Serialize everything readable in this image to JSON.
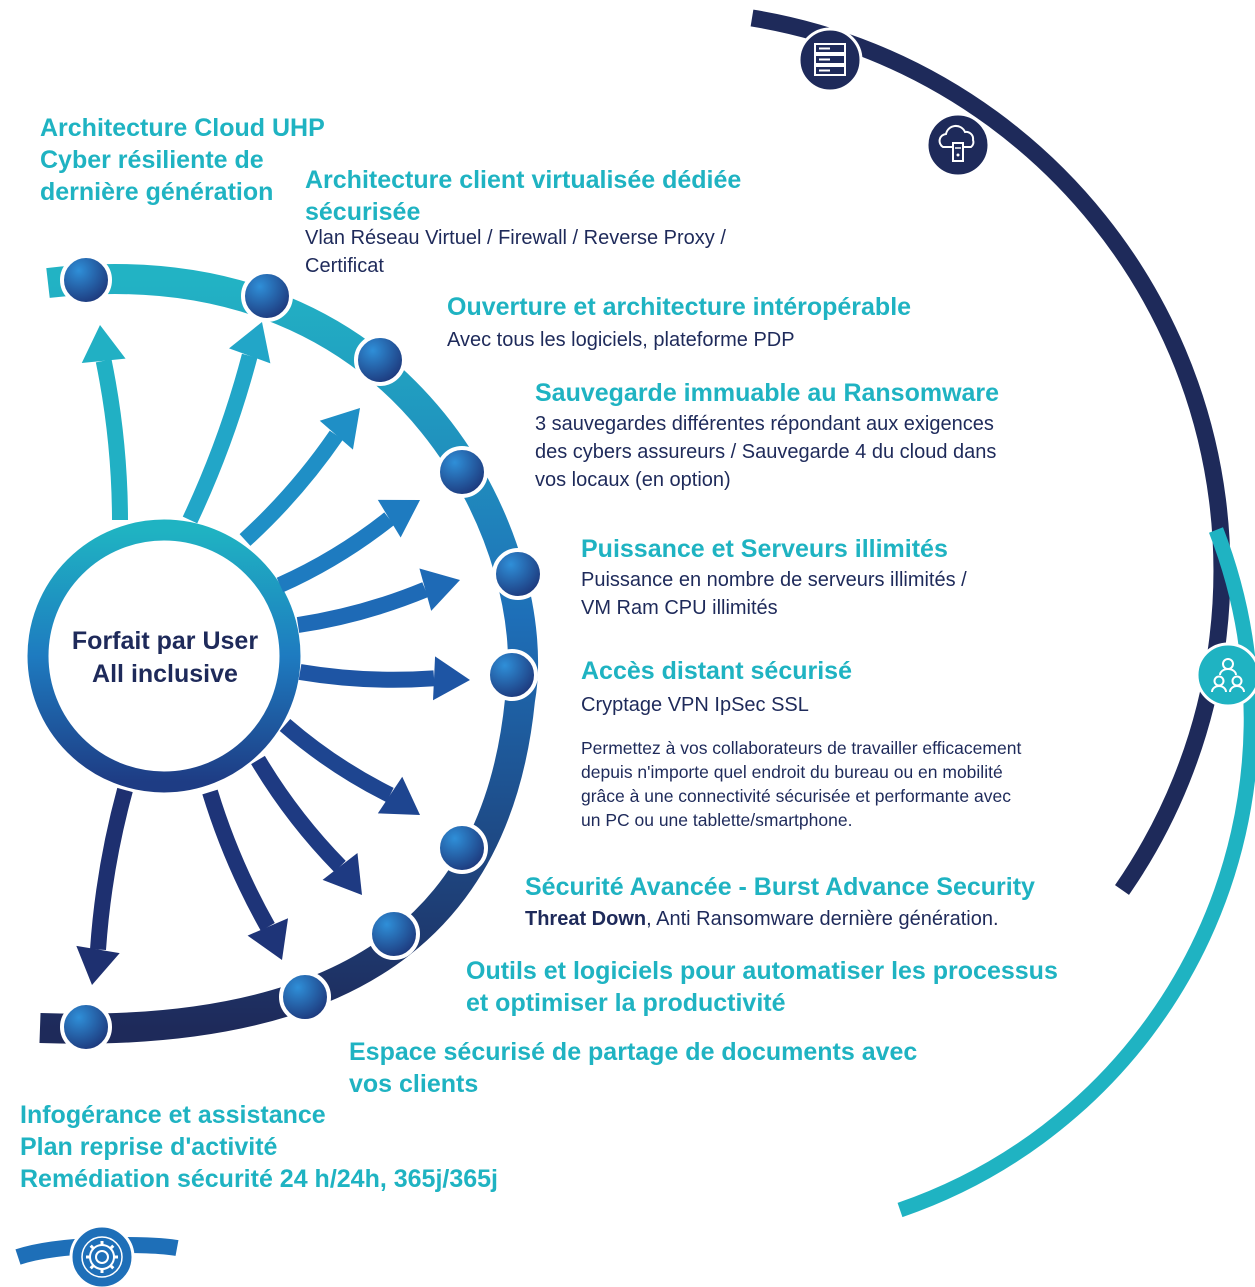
{
  "center": {
    "line1": "Forfait par User",
    "line2": "All inclusive"
  },
  "features": [
    {
      "title_lines": [
        "Architecture Cloud UHP",
        "Cyber résiliente de",
        "dernière génération"
      ]
    },
    {
      "title_lines": [
        "Architecture client virtualisée dédiée",
        "sécurisée"
      ],
      "desc_lines": [
        "Vlan Réseau Virtuel / Firewall / Reverse Proxy /",
        "Certificat"
      ]
    },
    {
      "title_lines": [
        "Ouverture et architecture intéropérable"
      ],
      "desc_lines": [
        "Avec tous les logiciels, plateforme  PDP"
      ]
    },
    {
      "title_lines": [
        "Sauvegarde immuable au Ransomware"
      ],
      "desc_lines": [
        "3 sauvegardes différentes répondant aux exigences",
        "des cybers assureurs / Sauvegarde 4 du cloud dans",
        "vos locaux (en option)"
      ]
    },
    {
      "title_lines": [
        "Puissance et Serveurs illimités"
      ],
      "desc_lines": [
        "Puissance en nombre de serveurs illimités /",
        "VM Ram CPU illimités"
      ]
    },
    {
      "title_lines": [
        "Accès distant sécurisé"
      ],
      "desc_lines": [
        "Cryptage VPN IpSec SSL"
      ],
      "note_lines": [
        "Permettez à vos collaborateurs de travailler efficacement",
        "depuis n'importe quel endroit du bureau ou en mobilité",
        "grâce à une connectivité sécurisée et performante avec",
        "un PC ou une tablette/smartphone."
      ]
    },
    {
      "title_lines": [
        "Sécurité Avancée - Burst Advance Security"
      ],
      "desc_bold": "Threat Down",
      "desc_rest": ", Anti Ransomware dernière génération."
    },
    {
      "title_lines": [
        "Outils et  logiciels pour automatiser les processus",
        "et optimiser la productivité"
      ]
    },
    {
      "title_lines": [
        "Espace sécurisé de partage de documents avec",
        "vos clients"
      ]
    },
    {
      "title_lines": [
        "Infogérance et assistance",
        "Plan reprise d'activité",
        "Remédiation sécurité 24 h/24h, 365j/365j"
      ]
    }
  ],
  "icons": {
    "server": "server-rack-icon",
    "cloud": "cloud-server-icon",
    "team": "team-users-icon",
    "settings": "settings-gear-icon"
  },
  "colors": {
    "teal": "#1fb3c2",
    "navy": "#1e2a5a",
    "mid_blue": "#1e6fb8"
  }
}
